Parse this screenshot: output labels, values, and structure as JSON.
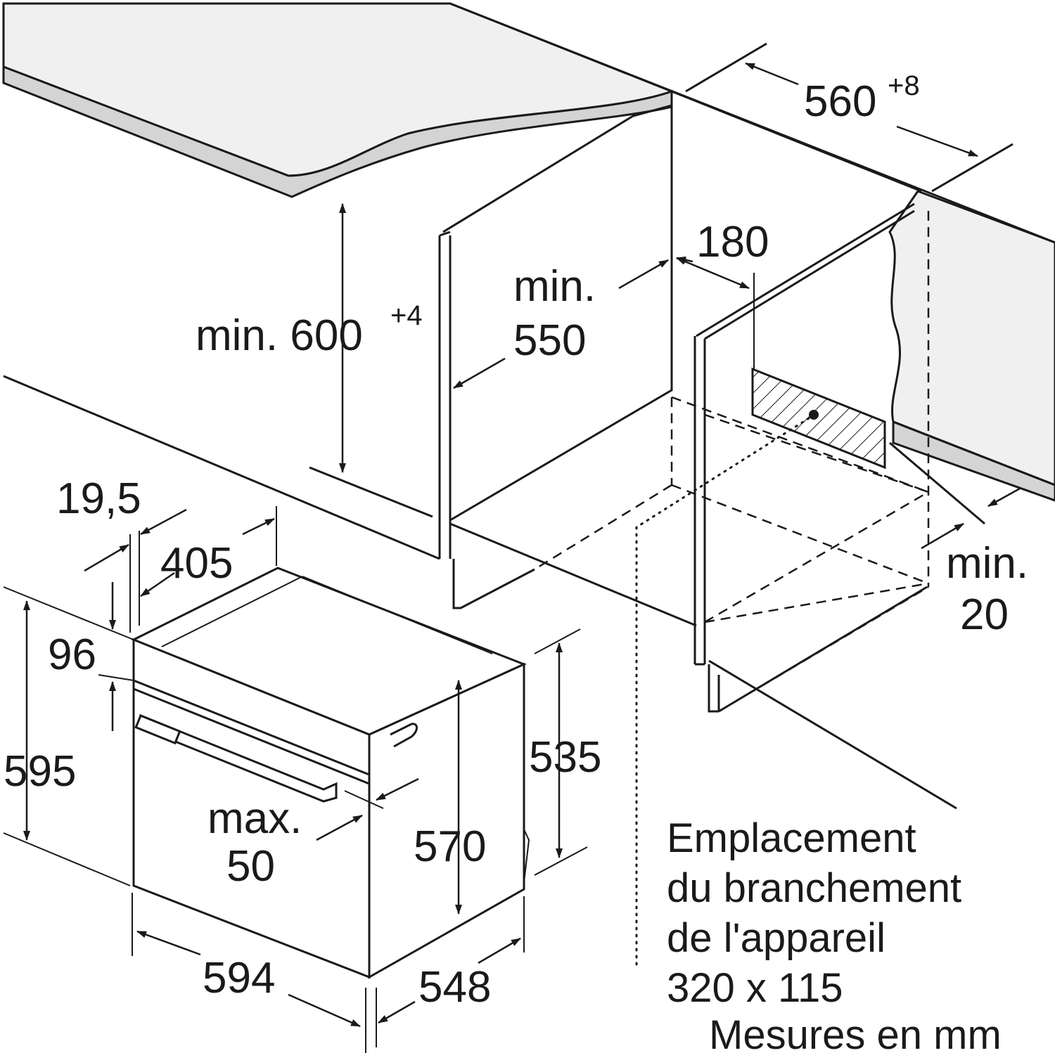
{
  "diagram": {
    "worktop_dims": {
      "height_main": "min. 600",
      "height_sup": "+4",
      "width_main": "560",
      "width_sup": "+8",
      "depth_min_word": "min.",
      "depth_min_value": "550",
      "connection_offset": "180",
      "gap_min_word": "min.",
      "gap_min_value": "20"
    },
    "oven_dims": {
      "top_offset": "19,5",
      "top_depth": "405",
      "panel_height": "96",
      "total_height": "595",
      "body_height": "570",
      "cavity_height": "535",
      "handle_word": "max.",
      "handle_value": "50",
      "width": "594",
      "depth": "548"
    },
    "connection_note": {
      "line1": "Emplacement",
      "line2": "du branchement",
      "line3": "de l'appareil",
      "line4": "320 x 115"
    },
    "units_note": "Mesures en mm"
  }
}
